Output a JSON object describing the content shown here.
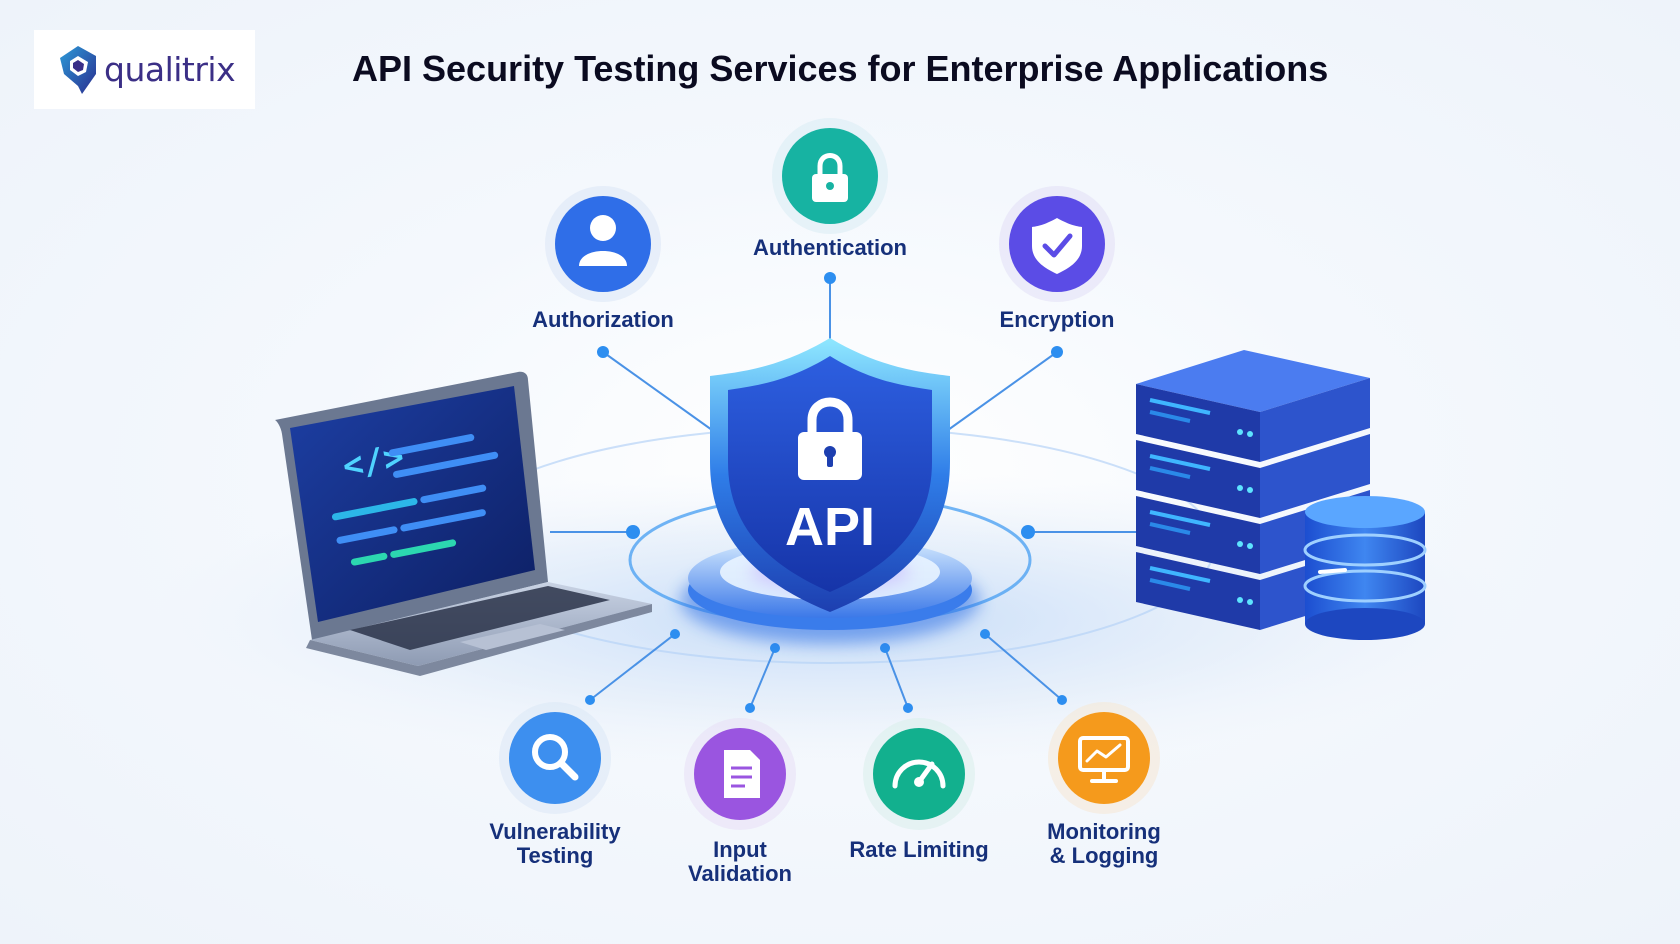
{
  "logo": {
    "text": "qualitrix",
    "brand_color": "#3b2f86"
  },
  "title": "API Security Testing Services for Enterprise Applications",
  "center": {
    "label": "API",
    "icon": "padlock-icon"
  },
  "left_device": {
    "icon": "laptop-code-icon",
    "code_symbol": "</>"
  },
  "right_device": {
    "icon": "server-database-icon"
  },
  "features": [
    {
      "id": "authentication",
      "lines": [
        "Authentication"
      ],
      "icon": "padlock-icon",
      "color": "#17b3a2"
    },
    {
      "id": "authorization",
      "lines": [
        "Authorization"
      ],
      "icon": "user-icon",
      "color": "#2f6ee8"
    },
    {
      "id": "encryption",
      "lines": [
        "Encryption"
      ],
      "icon": "shield-check-icon",
      "color": "#5b4ce6"
    },
    {
      "id": "vulnerability-testing",
      "lines": [
        "Vulnerability",
        "Testing"
      ],
      "icon": "magnifier-icon",
      "color": "#3d8fef"
    },
    {
      "id": "input-validation",
      "lines": [
        "Input",
        "Validation"
      ],
      "icon": "document-icon",
      "color": "#9a55e0"
    },
    {
      "id": "rate-limiting",
      "lines": [
        "Rate Limiting"
      ],
      "icon": "speedometer-icon",
      "color": "#12b08e"
    },
    {
      "id": "monitoring-logging",
      "lines": [
        "Monitoring",
        "& Logging"
      ],
      "icon": "monitor-chart-icon",
      "color": "#f59a1c"
    }
  ]
}
